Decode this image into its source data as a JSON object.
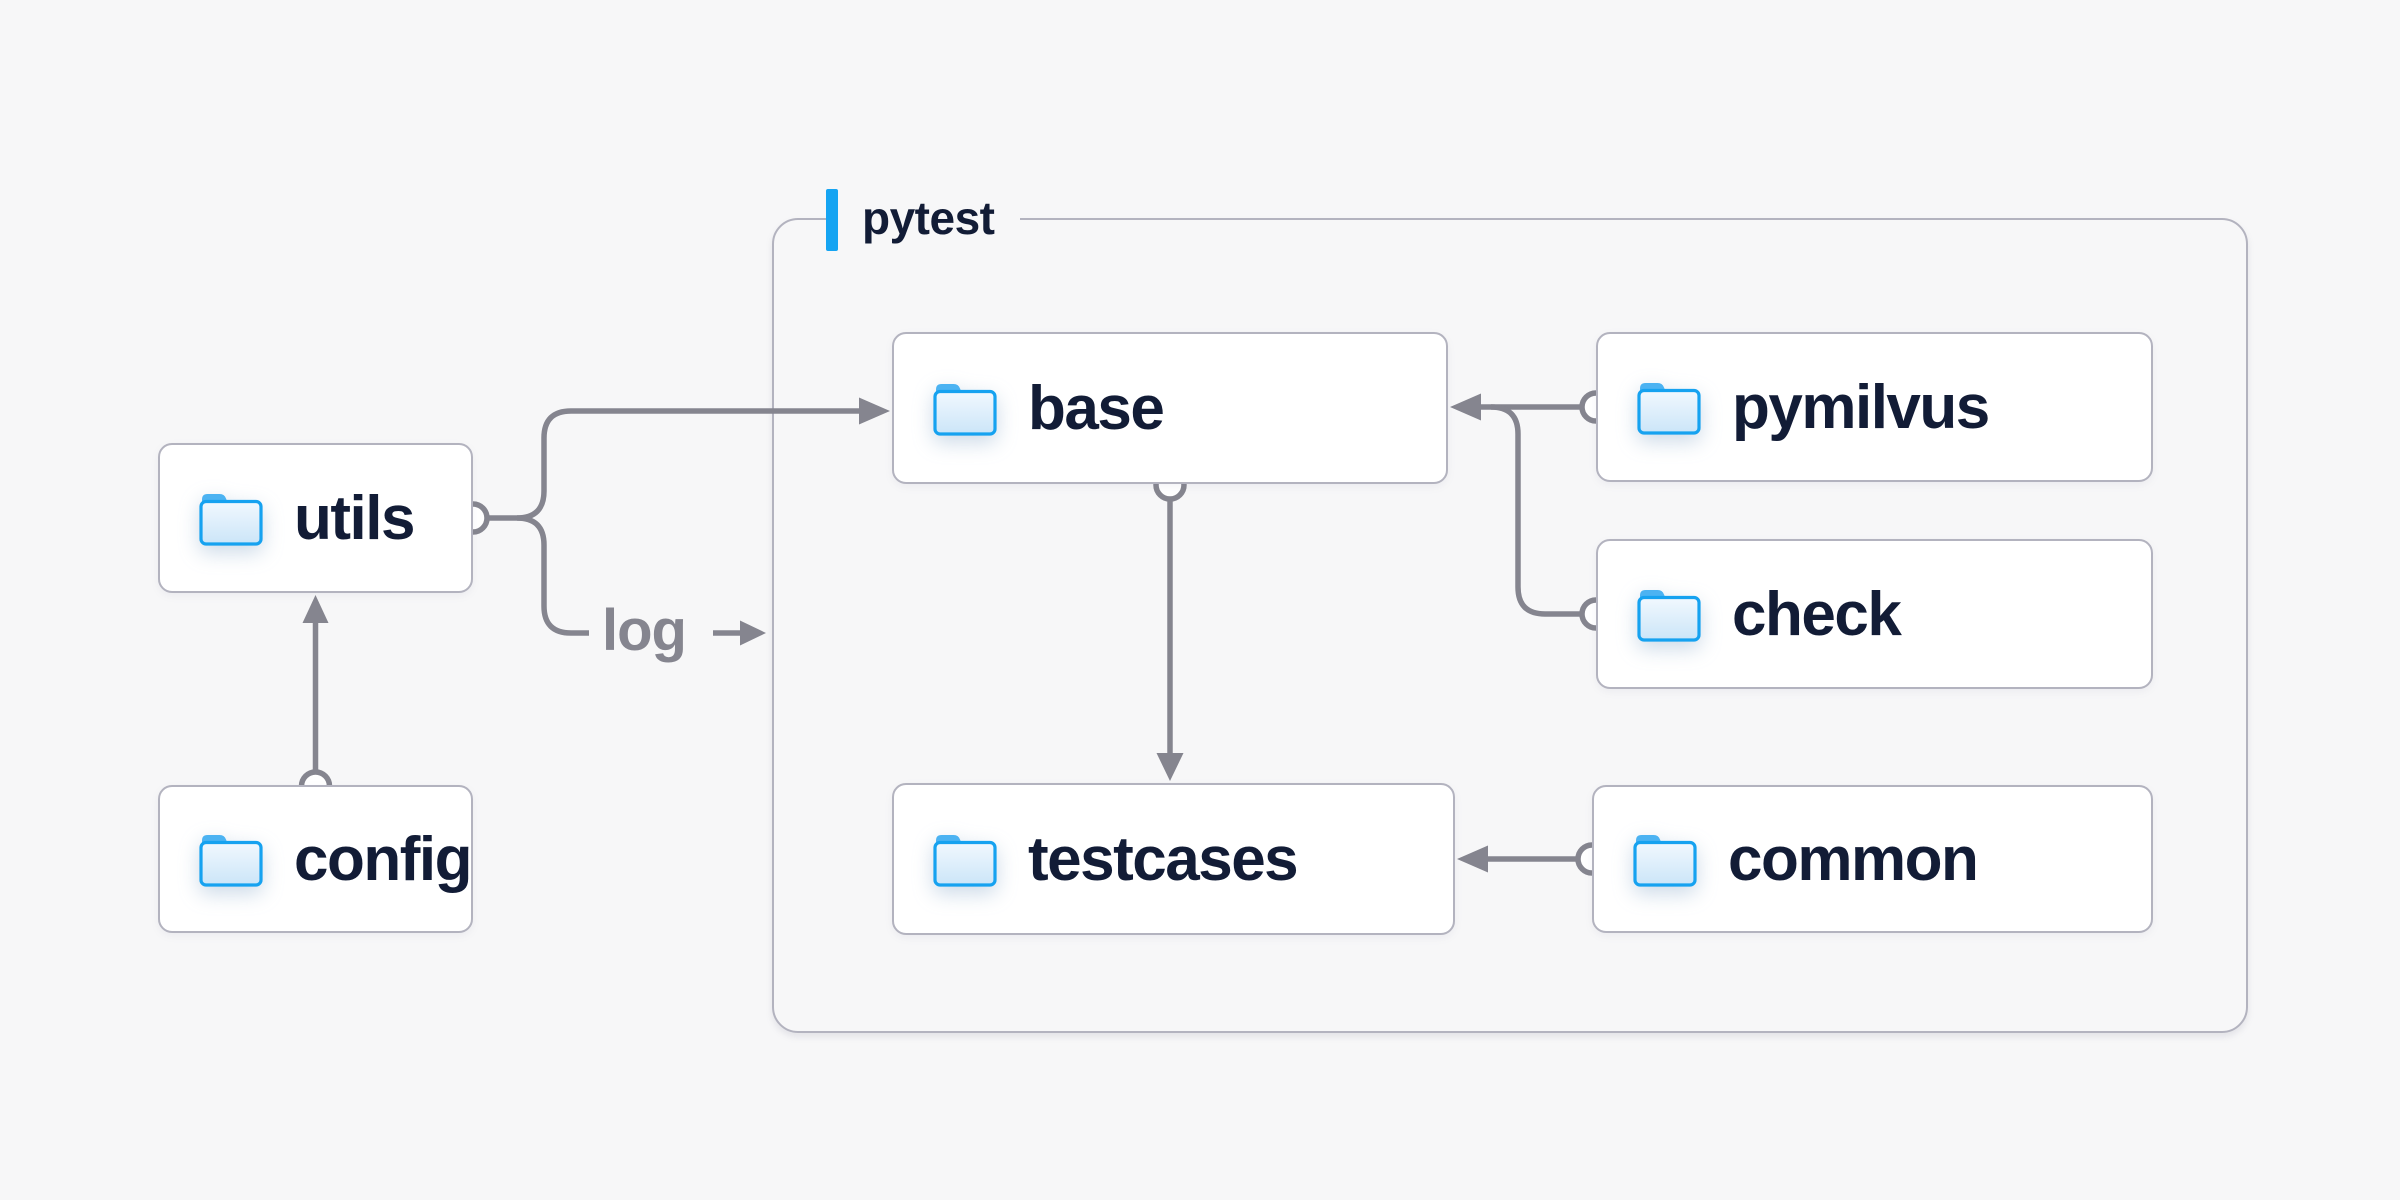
{
  "container": {
    "label": "pytest"
  },
  "nodes": [
    {
      "id": "utils",
      "label": "utils",
      "icon": "folder-icon"
    },
    {
      "id": "config",
      "label": "config",
      "icon": "folder-icon"
    },
    {
      "id": "base",
      "label": "base",
      "icon": "folder-icon"
    },
    {
      "id": "pymilvus",
      "label": "pymilvus",
      "icon": "folder-icon"
    },
    {
      "id": "check",
      "label": "check",
      "icon": "folder-icon"
    },
    {
      "id": "testcases",
      "label": "testcases",
      "icon": "folder-icon"
    },
    {
      "id": "common",
      "label": "common",
      "icon": "folder-icon"
    }
  ],
  "edges": [
    {
      "from": "config",
      "to": "utils",
      "label": ""
    },
    {
      "from": "utils",
      "to": "base",
      "label": ""
    },
    {
      "from": "utils",
      "to": "pytest-container",
      "label": "log"
    },
    {
      "from": "pymilvus",
      "to": "base",
      "label": ""
    },
    {
      "from": "check",
      "to": "base",
      "label": ""
    },
    {
      "from": "base",
      "to": "testcases",
      "label": ""
    },
    {
      "from": "common",
      "to": "testcases",
      "label": ""
    }
  ],
  "colors": {
    "background": "#f7f7f8",
    "node_fill": "#ffffff",
    "node_border": "#b3b3bf",
    "container_border": "#b3b3bf",
    "connector": "#85858f",
    "label_text": "#121c36",
    "edge_label_text": "#85858f",
    "accent_blue": "#15a4f2",
    "folder_blue": "#16a2f0"
  }
}
